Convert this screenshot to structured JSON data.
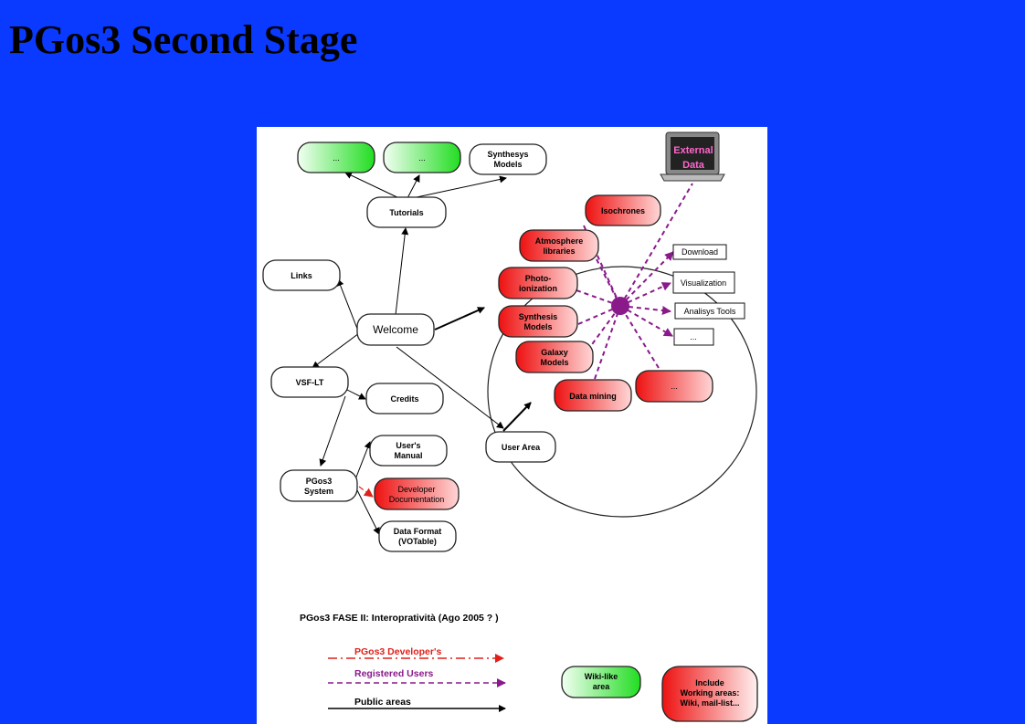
{
  "page": {
    "title": "PGos3 Second Stage"
  },
  "diagram": {
    "external_data": [
      "External",
      "Data"
    ],
    "nodes": {
      "wiki1": "...",
      "wiki2": "...",
      "synthesys_models": [
        "Synthesys",
        "Models"
      ],
      "tutorials": "Tutorials",
      "links": "Links",
      "welcome": "Welcome",
      "vsf_lt": "VSF-LT",
      "credits": "Credits",
      "user_area": "User Area",
      "users_manual": [
        "User's",
        "Manual"
      ],
      "pgos3_system": [
        "PGos3",
        "System"
      ],
      "developer_documentation": [
        "Developer",
        "Documentation"
      ],
      "data_format": [
        "Data Format",
        "(VOTable)"
      ],
      "isochrones": "Isochrones",
      "atmosphere_libraries": [
        "Atmosphere",
        "libraries"
      ],
      "photo_ionization": [
        "Photo-",
        "ionization"
      ],
      "synthesis_models": [
        "Synthesis",
        "Models"
      ],
      "galaxy_models": [
        "Galaxy",
        "Models"
      ],
      "data_mining": "Data mining",
      "more_red": "..."
    },
    "outputs": {
      "download": "Download",
      "visualization": "Visualization",
      "analysis_tools": "Analisys Tools",
      "more": "..."
    },
    "fase_title": "PGos3 FASE II: Interopratività (Ago 2005 ? )",
    "legend": {
      "developers": "PGos3 Developer's",
      "registered": "Registered Users",
      "public": "Public areas",
      "wiki_like": [
        "Wiki-like",
        "area"
      ],
      "include": [
        "Include",
        "Working areas:",
        "Wiki, mail-list..."
      ]
    },
    "colors": {
      "background": "#0a3aff",
      "developers_line": "#e0201a",
      "registered_line": "#8a1a8a",
      "public_line": "#000000",
      "wiki_green": "#22dd22",
      "work_red": "#ee1111"
    }
  }
}
